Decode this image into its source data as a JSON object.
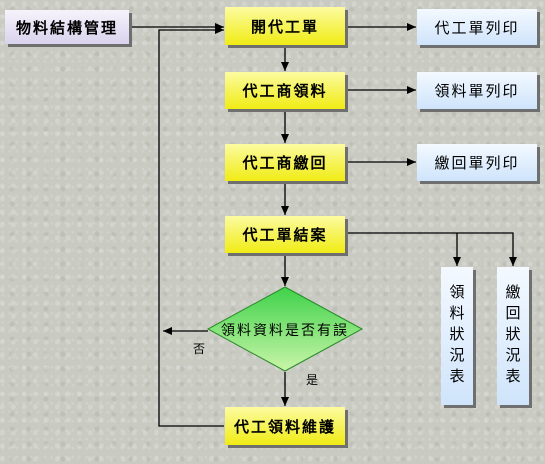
{
  "nodes": {
    "material_structure": "物料結構管理",
    "open_order": "開代工單",
    "vendor_receive": "代工商領料",
    "vendor_return": "代工商繳回",
    "order_close": "代工單結案",
    "check_data": "領料資料是否有誤",
    "maintain": "代工領料維護",
    "print_order": "代工單列印",
    "print_pick": "領料單列印",
    "print_return": "繳回單列印",
    "pick_status": "領料狀況表",
    "return_status": "繳回狀況表"
  },
  "edge_labels": {
    "no": "否",
    "yes": "是"
  },
  "colors": {
    "process": "#f0ec14",
    "print": "#cfe4fb",
    "decision": "#33cc44",
    "structure": "#dad3ee"
  }
}
